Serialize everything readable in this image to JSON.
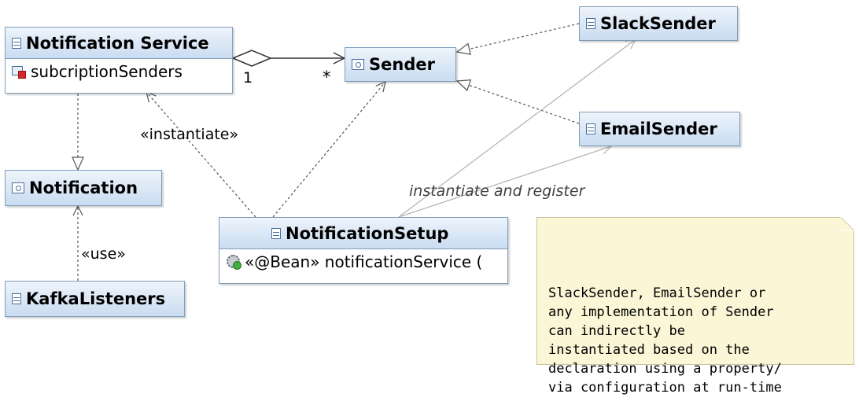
{
  "classes": {
    "notification_service": {
      "name": "Notification Service",
      "icon": "class-icon",
      "field": {
        "icon": "private-field-icon",
        "text": "subcriptionSenders"
      }
    },
    "sender": {
      "name": "Sender",
      "icon": "interface-icon"
    },
    "slack_sender": {
      "name": "SlackSender",
      "icon": "class-icon"
    },
    "email_sender": {
      "name": "EmailSender",
      "icon": "class-icon"
    },
    "notification": {
      "name": "Notification",
      "icon": "interface-icon"
    },
    "kafka_listeners": {
      "name": "KafkaListeners",
      "icon": "class-icon"
    },
    "notification_setup": {
      "name": "NotificationSetup",
      "icon": "class-icon",
      "method": {
        "icon": "public-method-icon",
        "text": "«@Bean» notificationService ("
      }
    }
  },
  "relations": {
    "multiplicity_one": "1",
    "multiplicity_many": "*",
    "instantiate": "«instantiate»",
    "use": "«use»",
    "instantiate_register": "instantiate and register"
  },
  "note": {
    "text": "SlackSender, EmailSender or\nany implementation of Sender\ncan indirectly be\ninstantiated based on the\ndeclaration using a property/\nvia configuration at run-time"
  }
}
